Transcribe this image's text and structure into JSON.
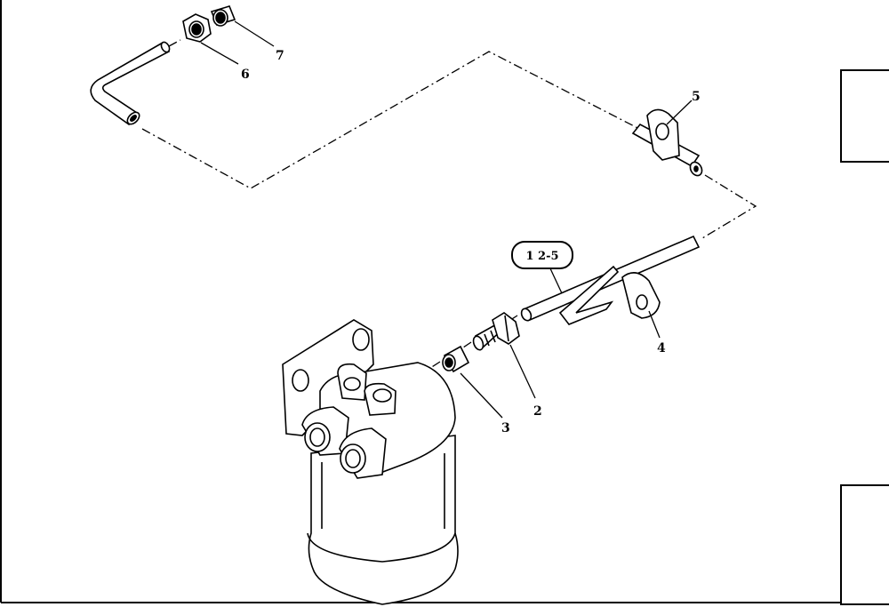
{
  "diagram": {
    "callouts": [
      {
        "id": "c1",
        "number": "2"
      },
      {
        "id": "c2",
        "number": "3"
      },
      {
        "id": "c3",
        "number": "4"
      },
      {
        "id": "c4",
        "number": "5"
      },
      {
        "id": "c5",
        "number": "6"
      },
      {
        "id": "c6",
        "number": "7"
      }
    ],
    "reference_label": "1 2-5"
  }
}
